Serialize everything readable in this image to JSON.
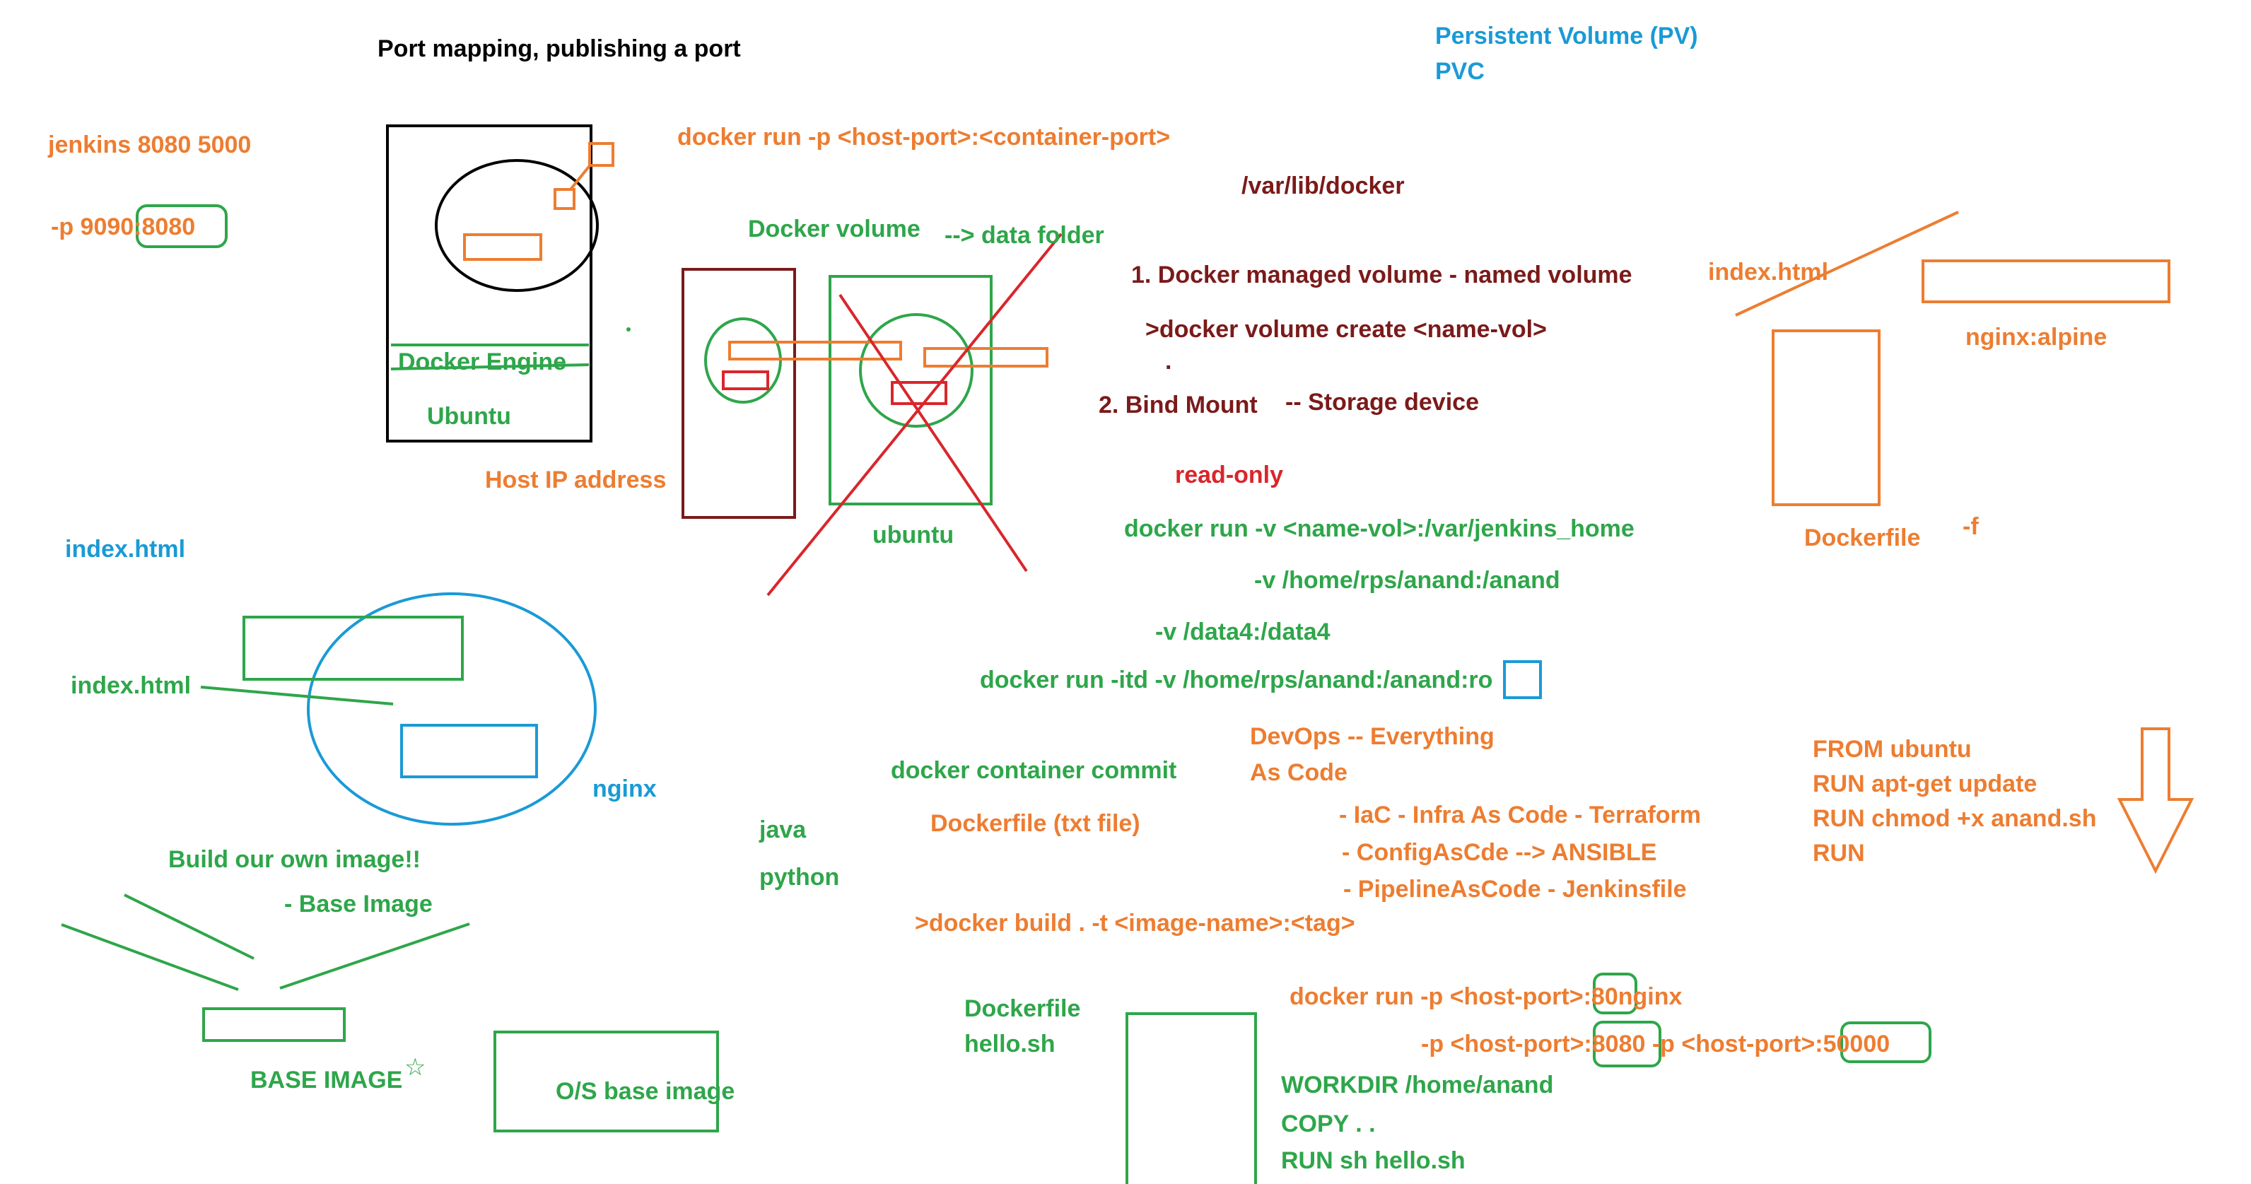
{
  "colors": {
    "black": "#000000",
    "orange": "#ED7D31",
    "green": "#2EA64A",
    "blue": "#1A9AD6",
    "maroon": "#7B1A1A",
    "red": "#D9262B"
  },
  "heading": "Port mapping, publishing a port",
  "pv": {
    "line1": "Persistent Volume (PV)",
    "line2": "PVC"
  },
  "jenkins": {
    "ports": "jenkins 8080 5000",
    "map_prefix": "-p 9090:",
    "map_port": "8080"
  },
  "docker_run_p": "docker run -p <host-port>:<container-port>",
  "host_diagram": {
    "engine": "Docker Engine",
    "os": "Ubuntu",
    "host_ip": "Host IP address"
  },
  "volume_diagram": {
    "title": "Docker volume",
    "arrow_note": "--> data folder",
    "os": "ubuntu"
  },
  "volumes": {
    "path": "/var/lib/docker",
    "managed": "1. Docker managed volume - named volume",
    "create_cmd": ">docker volume create <name-vol>",
    "dot": ".",
    "bind_mount": "2. Bind Mount",
    "storage": "-- Storage device",
    "read_only": "read-only",
    "run_v": "docker run -v <name-vol>:/var/jenkins_home",
    "v_home": "-v /home/rps/anand:/anand",
    "v_data": "-v /data4:/data4",
    "run_itd_prefix": "docker run -itd -v /home/rps/anand:/anand:",
    "run_itd_ro": "ro"
  },
  "nginx_section": {
    "index_top": "index.html",
    "index_mid": "index.html",
    "nginx": "nginx"
  },
  "dockerfile_top": {
    "index": "index.html",
    "image": "nginx:alpine",
    "dockerfile": "Dockerfile",
    "flag": "-f"
  },
  "from_block": [
    "FROM ubuntu",
    "RUN apt-get update",
    "RUN chmod +x anand.sh",
    "RUN"
  ],
  "devops": {
    "line1": "DevOps -- Everything",
    "line2": "As Code",
    "iac": "- IaC - Infra As Code - Terraform",
    "config": "- ConfigAsCde --> ANSIBLE",
    "pipeline": "- PipelineAsCode - Jenkinsfile"
  },
  "commit": {
    "cmd": "docker container commit",
    "dockerfile_txt": "Dockerfile (txt file)",
    "build": ">docker build . -t <image-name>:<tag>"
  },
  "langs": {
    "java": "java",
    "python": "python"
  },
  "base": {
    "build_own": "Build our own image!!",
    "base_image": "- Base Image",
    "base_caps": "BASE IMAGE",
    "os_base": "O/S base image",
    "star": "☆"
  },
  "bottom": {
    "dockerfile": "Dockerfile",
    "hello": "hello.sh",
    "run_p_prefix": "docker run -p <host-port>:",
    "run_p_80": "80",
    "run_p_suffix": "nginx",
    "p_line_prefix": "-p <host-port>:",
    "p_8080": "8080",
    "p_mid": " -p <host-port>:",
    "p_50000": "50000",
    "workdir": "WORKDIR /home/anand",
    "copy": "COPY . .",
    "run_sh": "RUN sh hello.sh"
  }
}
